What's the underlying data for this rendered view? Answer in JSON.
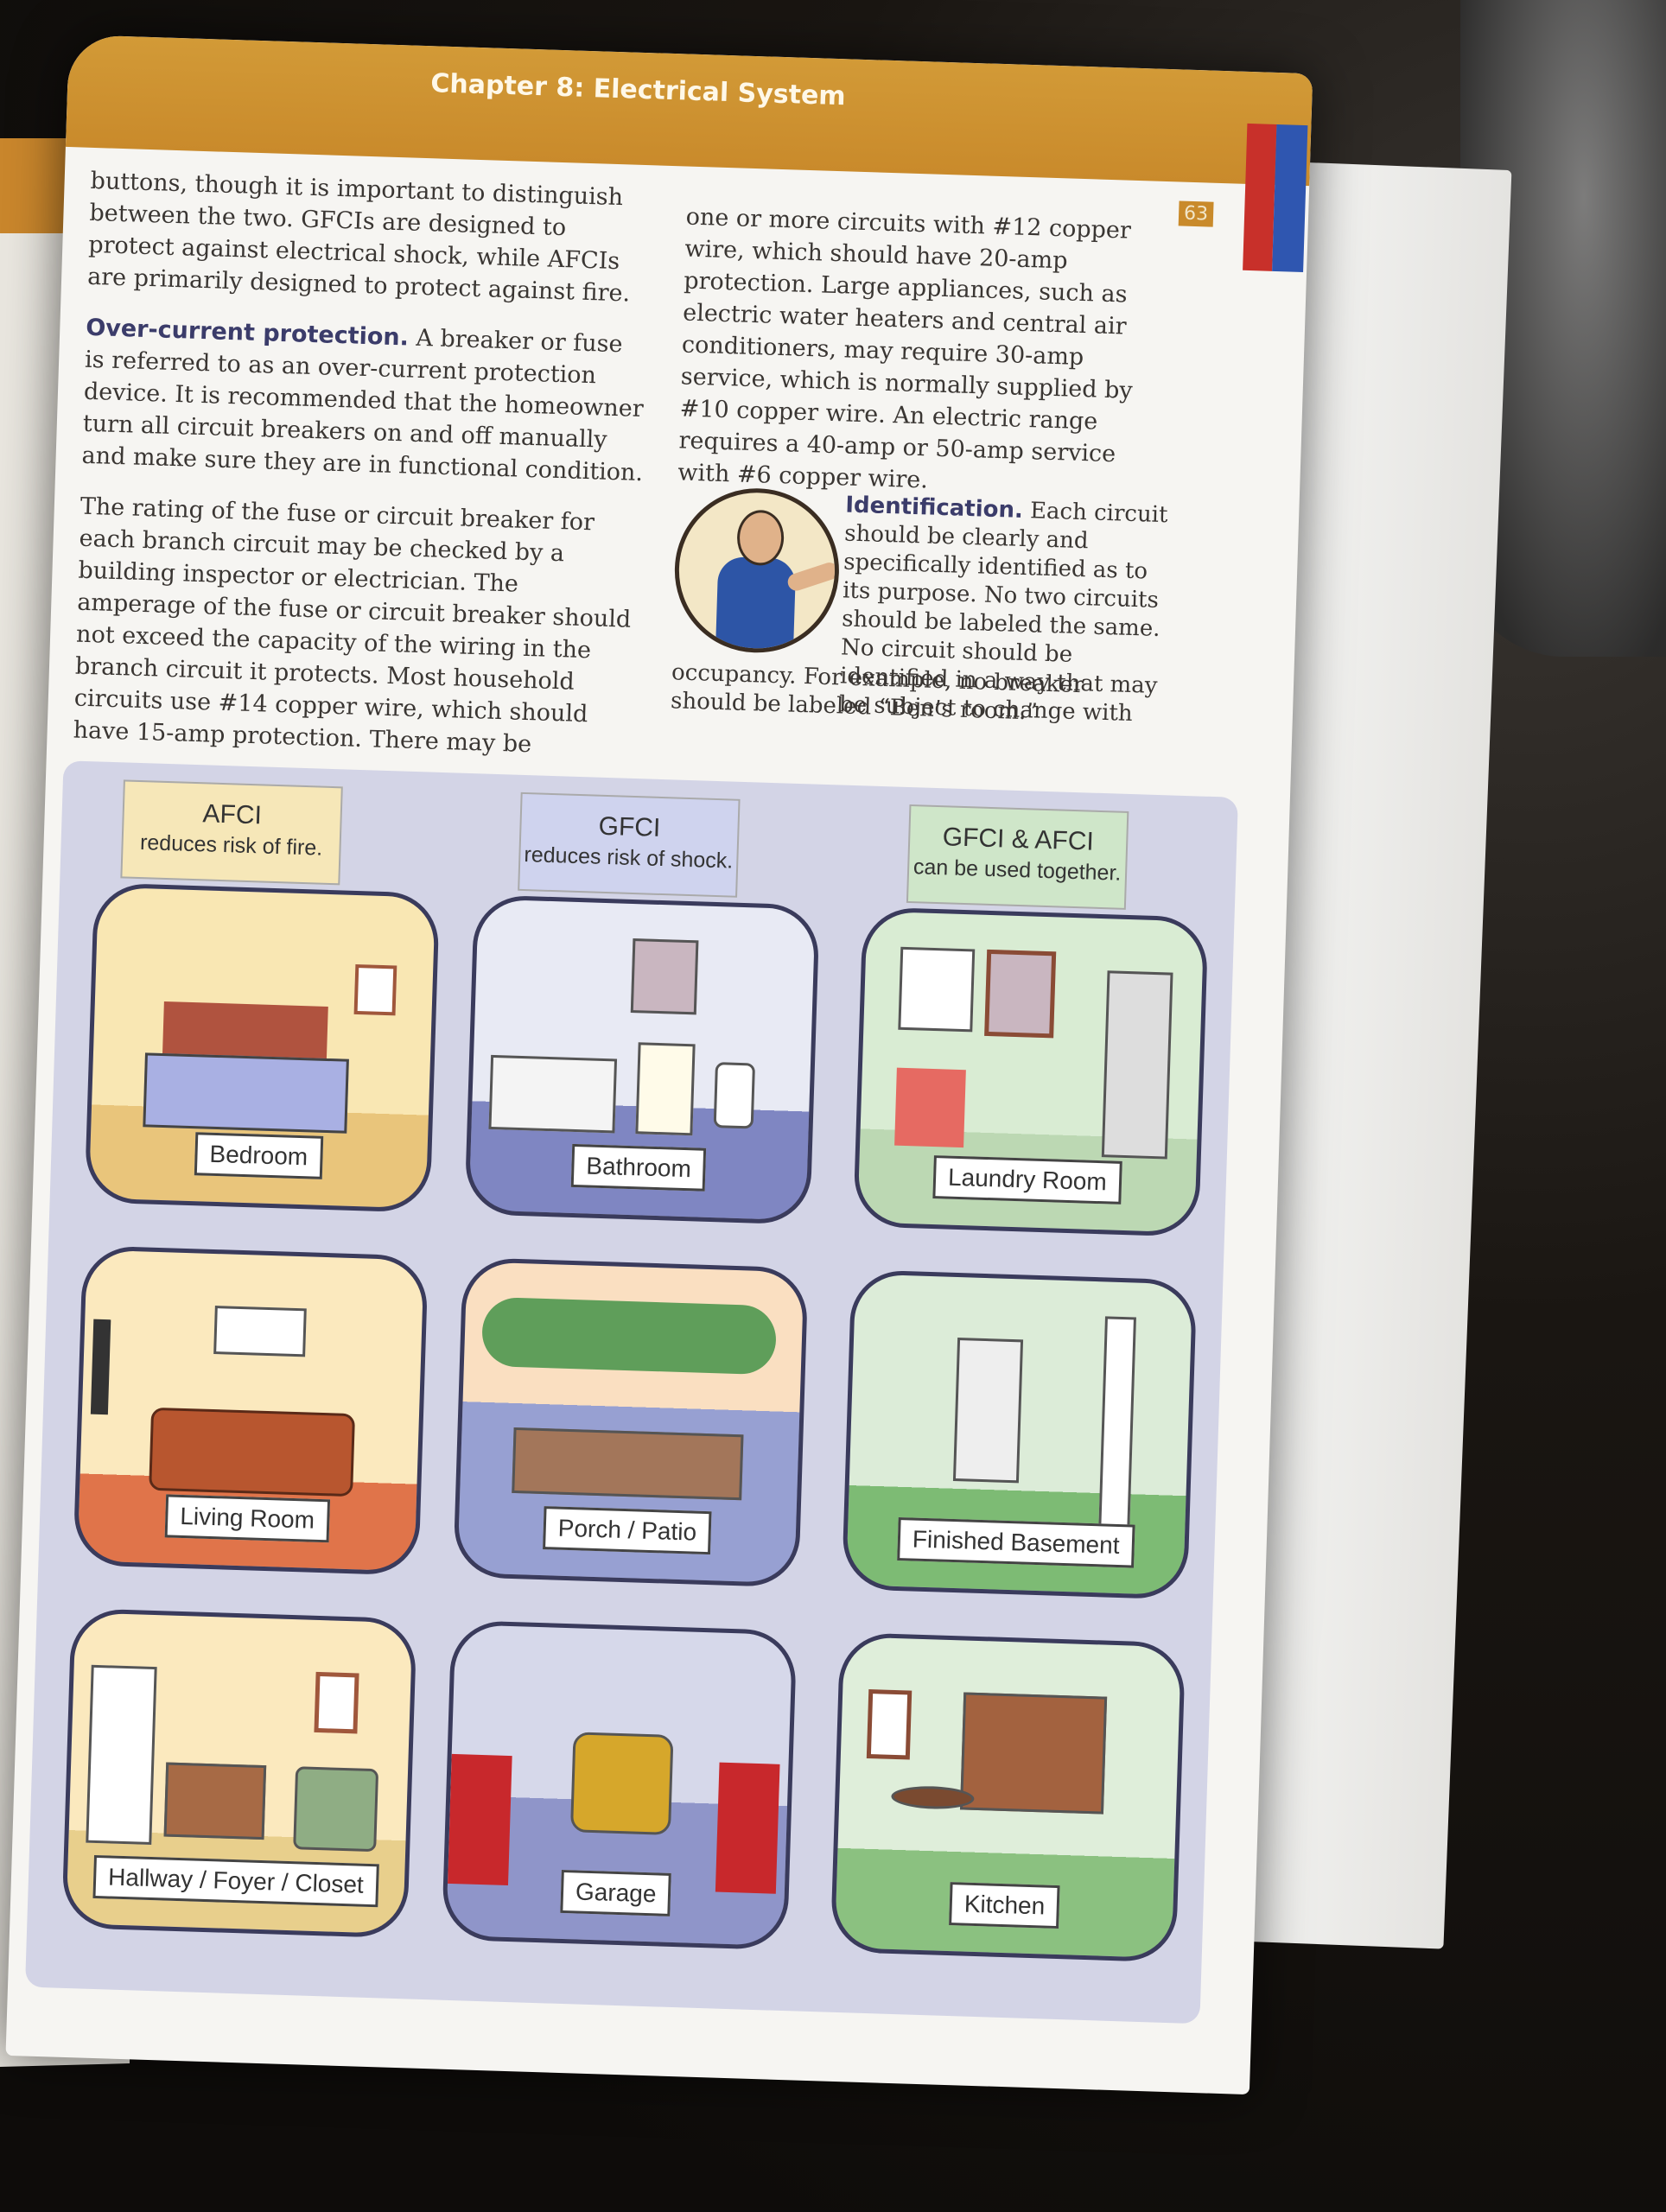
{
  "header": {
    "chapter_title": "Chapter 8: Electrical System",
    "page_number": "63"
  },
  "left_column": {
    "p1": "buttons, though it is important to distinguish between the two. GFCIs are designed to protect against electrical shock, while AFCIs are primarily designed to protect against fire.",
    "p2_lead": "Over-current protection.",
    "p2_body": " A breaker or fuse is referred to as an over-current protection device. It is recommended that the homeowner turn all circuit breakers on and off manually and make sure they are in functional condition.",
    "p3": "The rating of the fuse or circuit breaker for each branch circuit may be checked by a building inspector or electrician. The amperage of the fuse or circuit breaker should not exceed the capacity of the wiring in the branch circuit it protects. Most household circuits use #14 copper wire, which should have 15-amp protection. There may be"
  },
  "right_column": {
    "p1": "one or more circuits with #12 copper wire, which should have 20-amp protection. Large appliances, such as electric water heaters and central air conditioners, may require 30-amp service, which is normally supplied by #10 copper wire. An electric range requires a 40-amp or 50-amp service with #6 copper wire.",
    "ident_lead": "Identification.",
    "ident_body": " Each circuit should be clearly and specifically identified as to its purpose. No two circuits should be labeled the same. No circuit should be identified in a way that may be subject to change with",
    "ident_tail": "occupancy. For example, no breaker should be labeled “Ben’s room.”"
  },
  "illustration": {
    "headers": {
      "afci_title": "AFCI",
      "afci_sub": "reduces risk of fire.",
      "gfci_title": "GFCI",
      "gfci_sub": "reduces risk of shock.",
      "both_title": "GFCI & AFCI",
      "both_sub": "can be used together."
    },
    "rooms": {
      "bedroom": "Bedroom",
      "living_room": "Living Room",
      "hallway": "Hallway / Foyer / Closet",
      "bathroom": "Bathroom",
      "porch": "Porch / Patio",
      "garage": "Garage",
      "laundry": "Laundry Room",
      "basement": "Finished Basement",
      "kitchen": "Kitchen"
    }
  },
  "colors": {
    "header_band": "#c98a2b",
    "afci": "#f6e7b8",
    "gfci": "#cfd3ee",
    "both": "#cfe6c9"
  }
}
